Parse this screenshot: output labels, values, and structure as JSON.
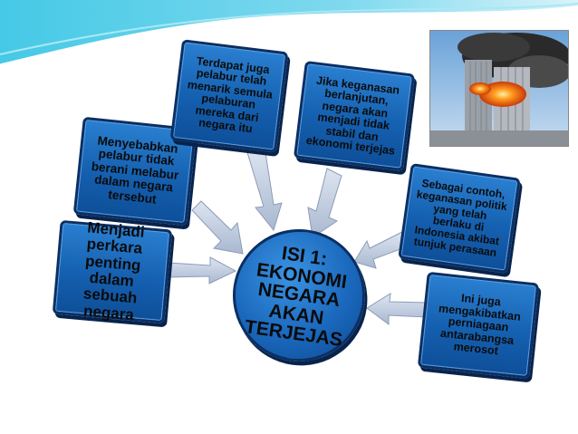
{
  "center": {
    "text": "ISI 1: EKONOMI NEGARA AKAN TERJEJAS"
  },
  "nodes": [
    {
      "id": "n1",
      "text": "Menjadi perkara penting dalam sebuah negara"
    },
    {
      "id": "n2",
      "text": "Menyebabkan pelabur tidak berani melabur dalam negara tersebut"
    },
    {
      "id": "n3",
      "text": "Terdapat juga pelabur telah menarik semula pelaburan mereka dari negara itu"
    },
    {
      "id": "n4",
      "text": "Jika keganasan berlanjutan, negara akan menjadi tidak stabil dan ekonomi terjejas"
    },
    {
      "id": "n5",
      "text": "Sebagai contoh, keganasan politik yang telah berlaku di Indonesia akibat tunjuk perasaan"
    },
    {
      "id": "n6",
      "text": "Ini juga mengakibatkan perniagaan antarabangsa merosot"
    }
  ],
  "colors": {
    "box": "#1560b0",
    "border": "#0b2f63",
    "arrow": "#b9c6dc",
    "wave": "#3ec0e0"
  }
}
